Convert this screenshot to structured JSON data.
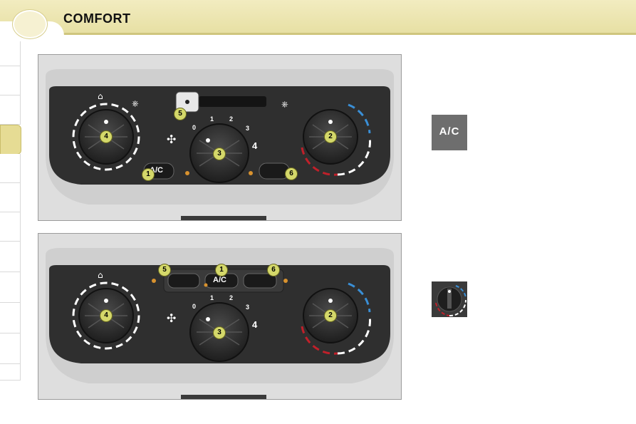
{
  "header": {
    "title": "COMFORT"
  },
  "sidebar": {
    "tab_count": 11,
    "active_index": 2
  },
  "panel_top": {
    "ac_label": "A/C",
    "fan_scale": [
      "0",
      "1",
      "2",
      "3",
      "4"
    ],
    "markers": [
      "1",
      "2",
      "3",
      "4",
      "5",
      "6"
    ]
  },
  "panel_bottom": {
    "ac_label": "A/C",
    "fan_scale": [
      "0",
      "1",
      "2",
      "3",
      "4"
    ],
    "markers": [
      "1",
      "2",
      "3",
      "4",
      "5",
      "6"
    ]
  },
  "side_icons": {
    "ac_label": "A/C"
  },
  "colors": {
    "header_band": "#e7e0a4",
    "marker": "#d4d86a",
    "cold": "#3a8fd6",
    "hot": "#c0202a"
  }
}
